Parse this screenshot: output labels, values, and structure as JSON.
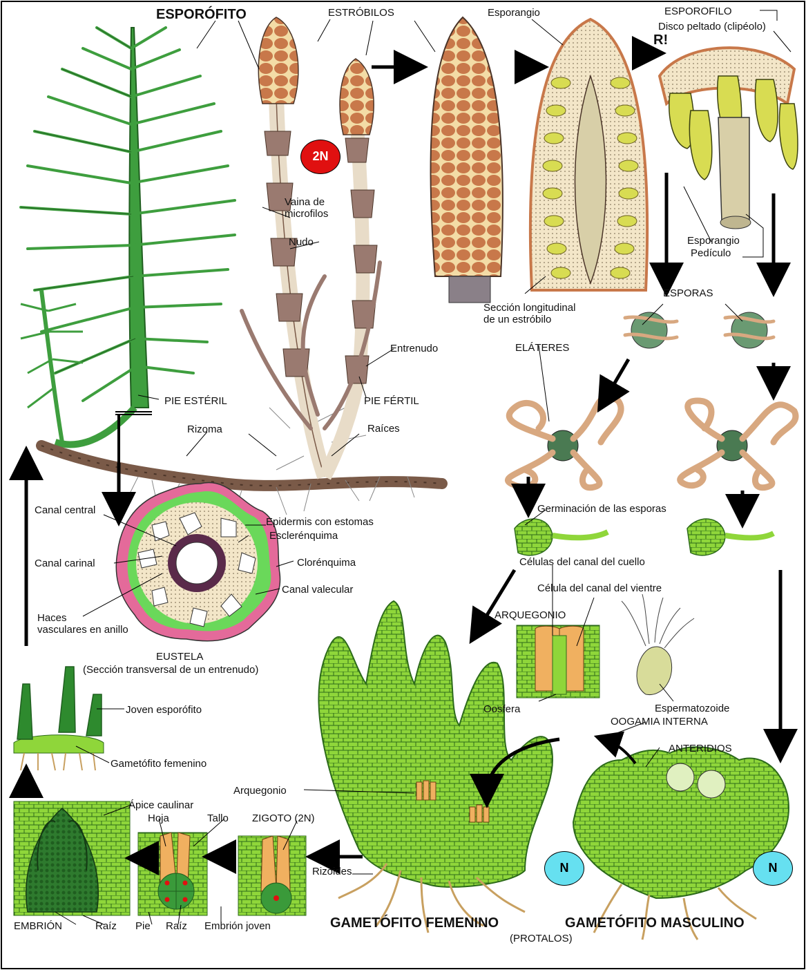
{
  "labels": {
    "esporofito": "ESPORÓFITO",
    "estrobilos": "ESTRÓBILOS",
    "esporangio_top": "Esporangio",
    "esporofilo": "ESPOROFILO",
    "disco_peltado": "Disco peltado (clipéolo)",
    "r_mark": "R!",
    "vaina": "Vaina de\nmicrofilos",
    "nudo": "Nudo",
    "esporangio": "Esporangio",
    "pediculo": "Pedículo",
    "seccion_long": "Sección longitudinal\nde un estróbilo",
    "esporas": "ESPORAS",
    "elateres": "ELÁTERES",
    "entrenudo": "Entrenudo",
    "pie_esteril": "PIE ESTÉRIL",
    "pie_fertil": "PIE FÉRTIL",
    "rizoma": "Rizoma",
    "raices": "Raíces",
    "canal_central": "Canal central",
    "epidermis": "Epidermis con estomas",
    "esclerenquima": "Esclerénquima",
    "clorenquima": "Clorénquima",
    "canal_carinal": "Canal carinal",
    "canal_valecular": "Canal valecular",
    "haces": "Haces\nvasculares en anillo",
    "eustela": "EUSTELA",
    "eustela_sub": "(Sección transversal de un entrenudo)",
    "germinacion": "Germinación de las esporas",
    "celulas_cuello": "Células del canal del cuello",
    "celula_vientre": "Célula del canal del vientre",
    "arquegonio_cap": "ARQUEGONIO",
    "oosfera": "Oosfera",
    "espermatozoide": "Espermatozoide",
    "oogamia": "OOGAMIA INTERNA",
    "anteridios": "ANTERIDIOS",
    "joven_esporofito": "Joven esporófito",
    "gametofito_fem_small": "Gametófito femenino",
    "arquegonio": "Arquegonio",
    "apice": "Ápice caulinar",
    "hoja": "Hoja",
    "tallo": "Tallo",
    "zigoto": "ZIGOTO (2N)",
    "rizoides": "Rizoides",
    "embrion": "EMBRIÓN",
    "raiz1": "Raíz",
    "pie": "Pie",
    "raiz2": "Raíz",
    "embrion_joven": "Embrión joven",
    "gametofito_femenino": "GAMETÓFITO FEMENINO",
    "gametofito_masculino": "GAMETÓFITO MASCULINO",
    "protalos": "(PROTALOS)",
    "ploidy_2n": "2N",
    "ploidy_n1": "N",
    "ploidy_n2": "N"
  },
  "colors": {
    "plant_green": "#3e9e3e",
    "dark_green": "#1f5e1f",
    "gametophyte_green": "#8fd63a",
    "cone_orange": "#c8784a",
    "spore_yellow": "#d8dc52",
    "stem_brown": "#7a5a48",
    "pink": "#e46a9a",
    "ploidy_red": "#e01010",
    "ploidy_cyan": "#66e0f0"
  }
}
